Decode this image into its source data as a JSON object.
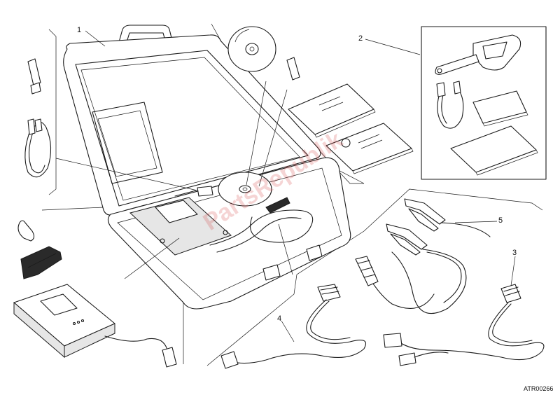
{
  "callouts": {
    "case": "1",
    "dds_kit": "2",
    "cable_3": "3",
    "cable_4": "4",
    "battery_clamps": "5"
  },
  "drawing_code": "ATR00266",
  "watermark": "PartsRepublik",
  "colors": {
    "line": "#1a1a1a",
    "background": "#ffffff",
    "watermark": "#d23c3c"
  }
}
